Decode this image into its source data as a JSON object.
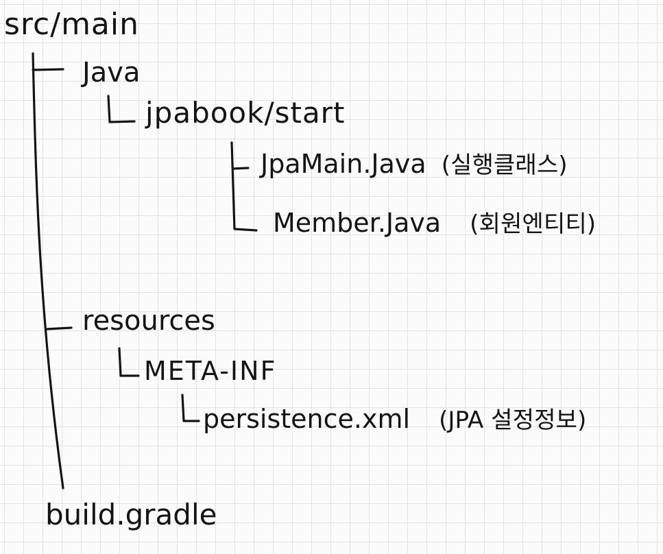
{
  "tree": {
    "root": "src/main",
    "java": "Java",
    "package": "jpabook/start",
    "jpa_main": "JpaMain.Java",
    "jpa_main_note": "(실행클래스)",
    "member": "Member.Java",
    "member_note": "(회원엔티티)",
    "resources": "resources",
    "meta_inf": "META-INF",
    "persistence": "persistence.xml",
    "persistence_note": "(JPA 설정정보)",
    "build": "build.gradle"
  },
  "colors": {
    "ink": "#141414",
    "grid": "#e3e3e3",
    "paper": "#fbfbfb"
  }
}
